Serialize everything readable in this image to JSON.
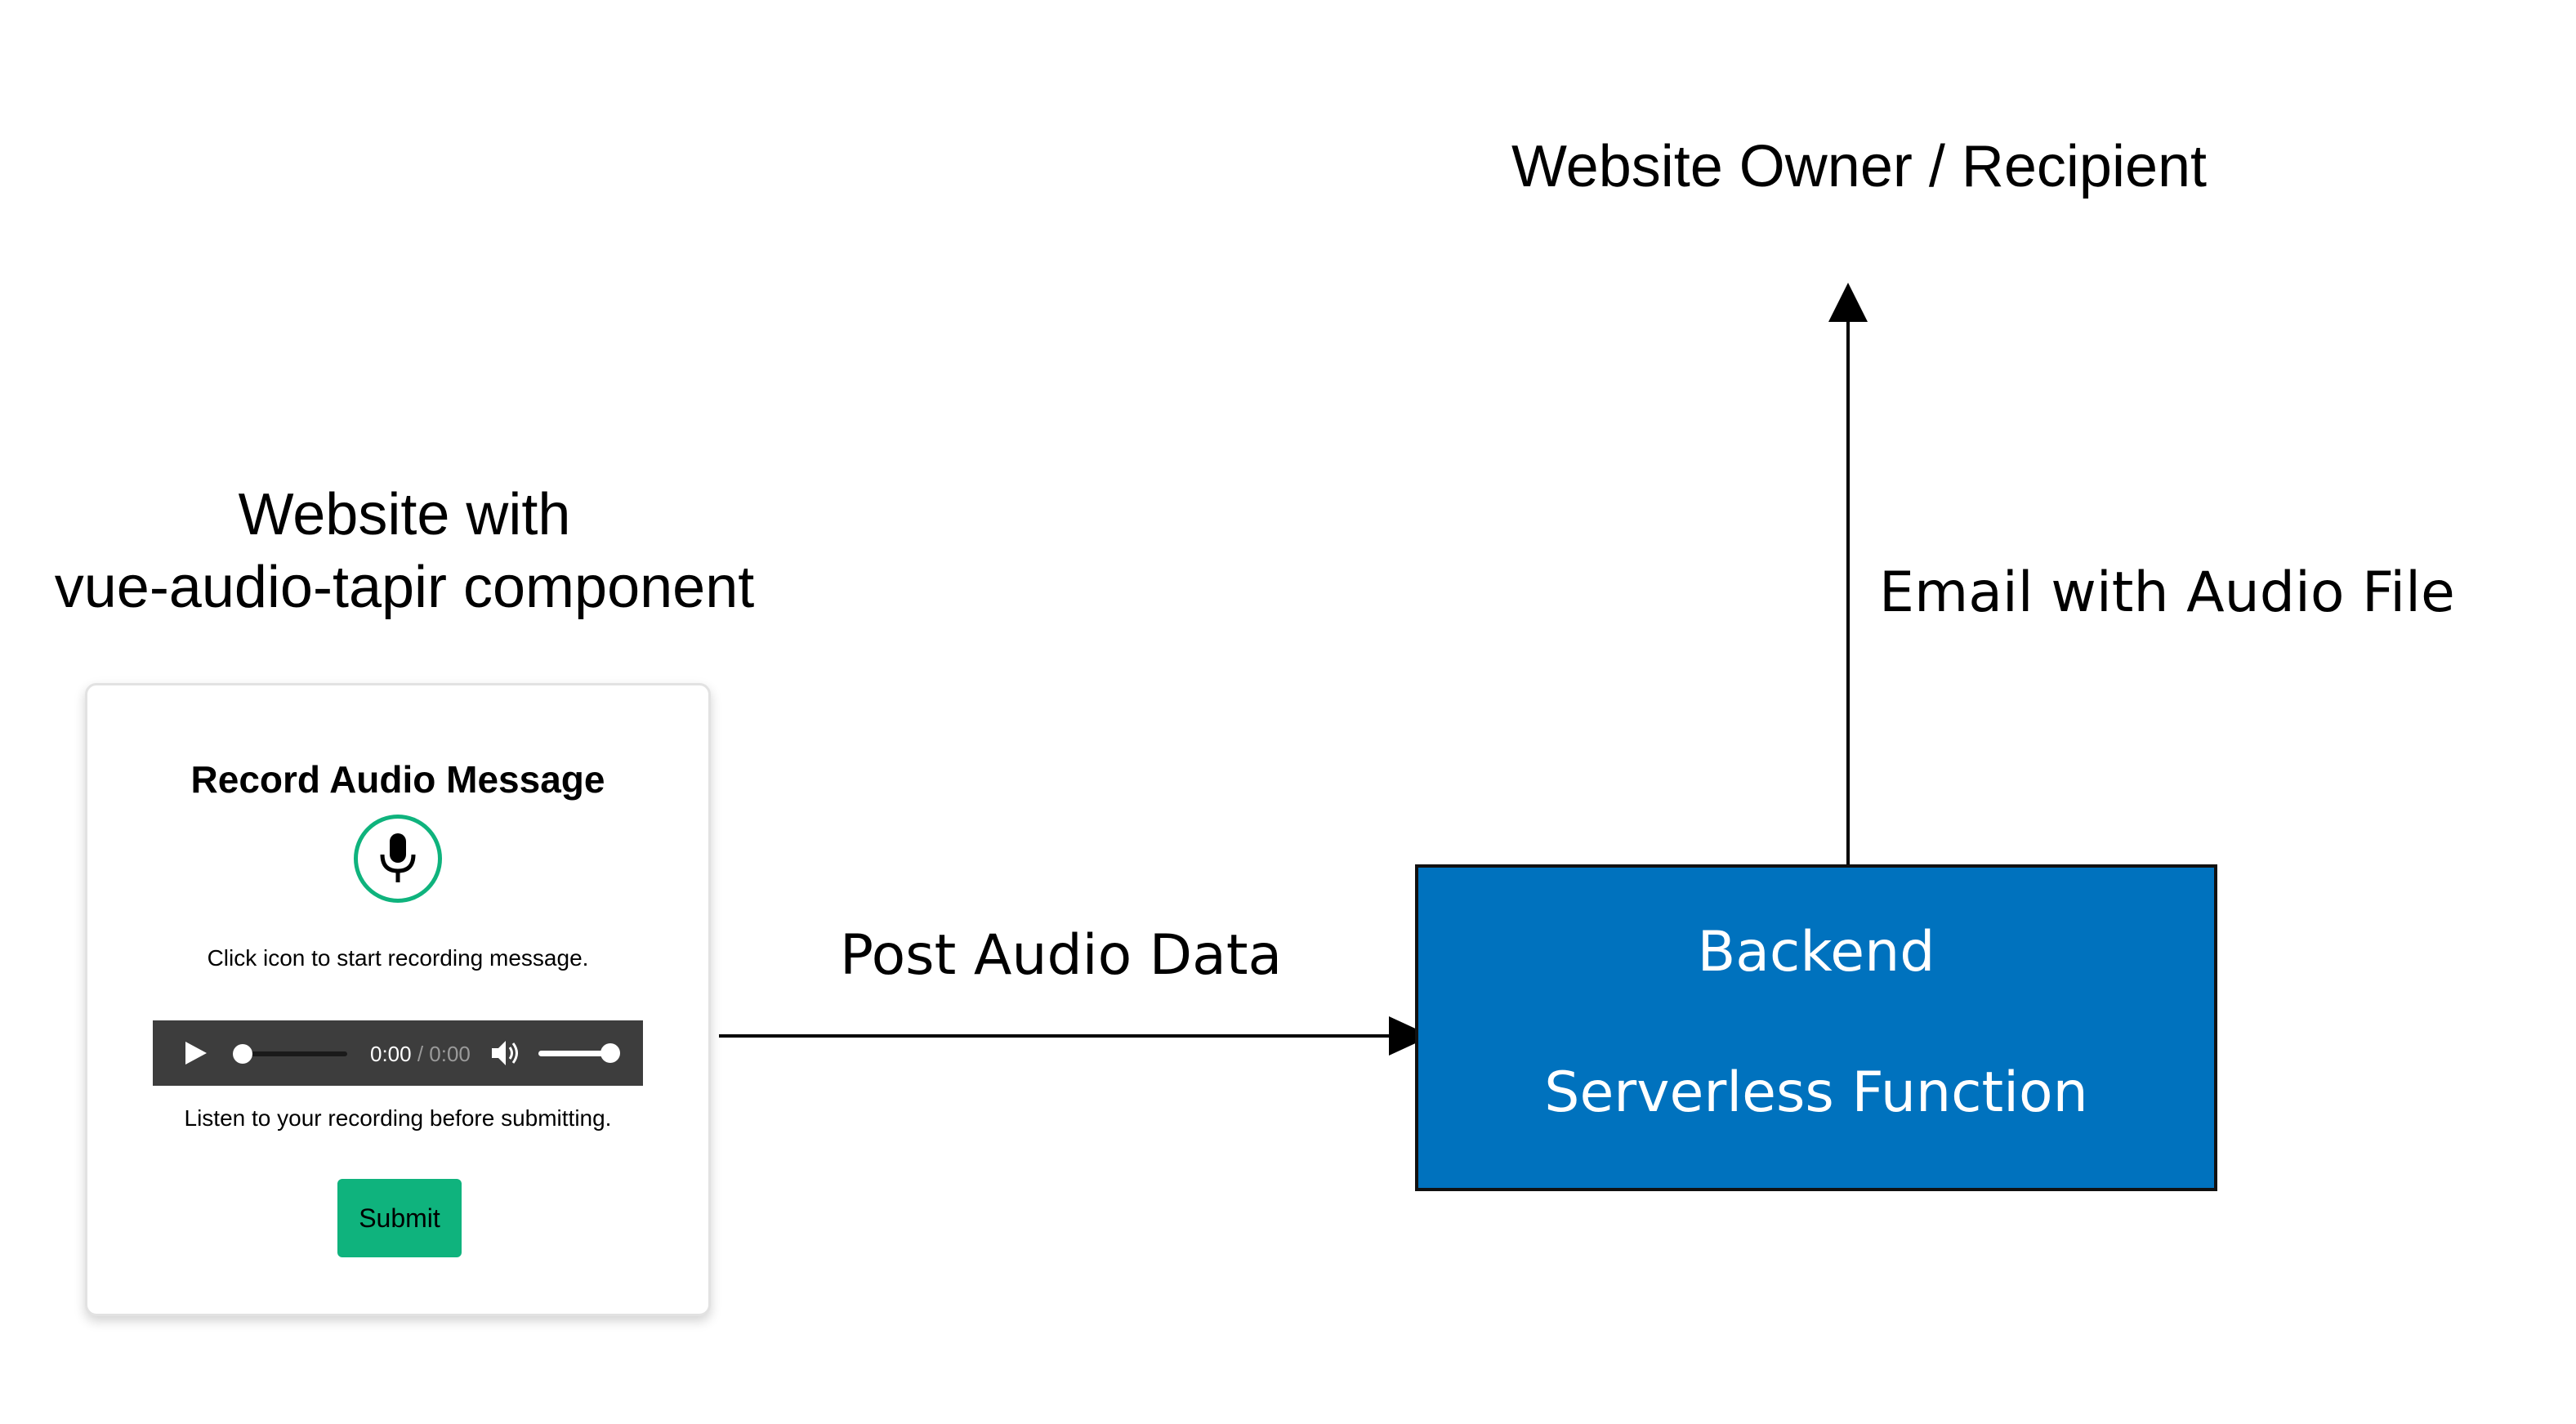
{
  "diagram": {
    "owner_label": "Website Owner / Recipient",
    "website_label_line1": "Website with",
    "website_label_line2": "vue-audio-tapir component",
    "email_label": "Email with Audio File",
    "post_label": "Post Audio Data",
    "backend_title": "Backend",
    "backend_subtitle": "Serverless Function",
    "colors": {
      "backend_fill": "#0072be",
      "accent_green": "#0fb37d",
      "player_bg": "#3d3d3d"
    }
  },
  "widget": {
    "title": "Record Audio Message",
    "mic_icon": "microphone-icon",
    "instruction": "Click icon to start recording message.",
    "player": {
      "current_time": "0:00",
      "separator": " / ",
      "duration": "0:00",
      "play_icon": "play-icon",
      "volume_icon": "volume-icon"
    },
    "hint": "Listen to your recording before submitting.",
    "submit_label": "Submit"
  }
}
